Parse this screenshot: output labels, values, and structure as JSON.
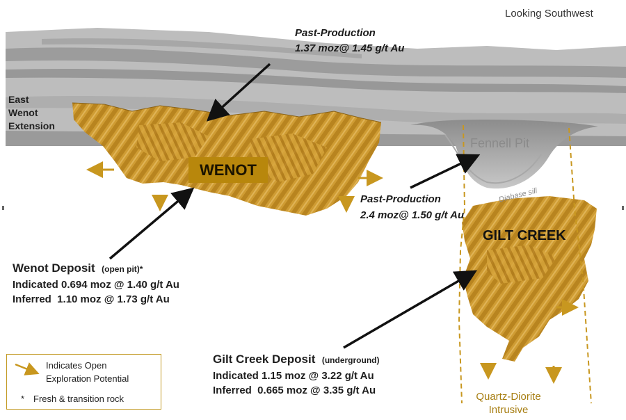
{
  "header": {
    "view_direction": "Looking Southwest"
  },
  "labels": {
    "east_extension": [
      "East",
      "Wenot",
      "Extension"
    ],
    "wenot": "WENOT",
    "gilt_creek": "GILT CREEK",
    "fennell_pit": "Fennell Pit",
    "diabase_sill": "Diabase sill",
    "quartz_diorite": [
      "Quartz-Diorite",
      "Intrusive"
    ]
  },
  "past_production_1": {
    "title": "Past-Production",
    "value": "1.37 moz@ 1.45 g/t Au"
  },
  "past_production_2": {
    "title": "Past-Production",
    "value": "2.4 moz@ 1.50 g/t Au"
  },
  "wenot_deposit": {
    "title": "Wenot Deposit",
    "note": "(open pit)*",
    "indicated": "Indicated 0.694 moz @ 1.40 g/t Au",
    "inferred": "Inferred  1.10 moz @ 1.73 g/t Au"
  },
  "gilt_creek_deposit": {
    "title": "Gilt Creek Deposit",
    "note": "(underground)",
    "indicated": "Indicated 1.15 moz @ 3.22 g/t Au",
    "inferred": "Inferred  0.665 moz @ 3.35 g/t Au"
  },
  "legend": {
    "arrow_line1": "Indicates Open",
    "arrow_line2": "Exploration Potential",
    "star_symbol": "*",
    "star_text": "Fresh & transition rock"
  },
  "colors": {
    "ore_gold": "#c9952c",
    "ore_dark": "#9c6f12",
    "label_bg": "#b8870c",
    "arrow_gold": "#c8971f",
    "rock_gray": "#b9b9b9",
    "rock_dark": "#7d7d7d"
  }
}
